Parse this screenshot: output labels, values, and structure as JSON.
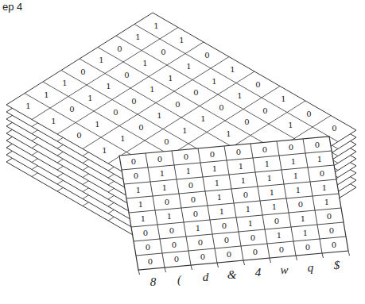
{
  "diagram": {
    "labels": [
      "ep 4",
      "1",
      "1",
      "1",
      "0",
      "1",
      "0",
      "1",
      "1",
      "1",
      "0",
      "1",
      "1",
      "0",
      "1",
      "0",
      "1",
      "0",
      "1",
      "0",
      "0",
      "1",
      "1",
      "1",
      "0",
      "1",
      "1",
      "0",
      "1",
      "0",
      "0",
      "1",
      "1",
      "0",
      "1",
      "1",
      "0",
      "1",
      "0",
      "1",
      "0",
      "0",
      "1",
      "1",
      "0",
      "0",
      "0",
      "0",
      "0",
      "0",
      "0",
      "0",
      "0",
      "0",
      "0",
      "1",
      "1",
      "1",
      "1",
      "1",
      "1",
      "1",
      "1",
      "1",
      "0",
      "1",
      "1",
      "1",
      "1",
      "0",
      "1",
      "0",
      "0",
      "1",
      "0",
      "1",
      "1",
      "1",
      "1",
      "1",
      "0",
      "1",
      "1",
      "1",
      "0",
      "1",
      "0",
      "0",
      "1",
      "0",
      "1",
      "0",
      "1",
      "0",
      "0",
      "0",
      "0",
      "0",
      "0",
      "1",
      "1",
      "0",
      "0",
      "0",
      "0",
      "0",
      "0",
      "0",
      "0",
      "0",
      "8",
      "(",
      "d",
      "&",
      "4",
      "w",
      "q",
      "$"
    ]
  }
}
